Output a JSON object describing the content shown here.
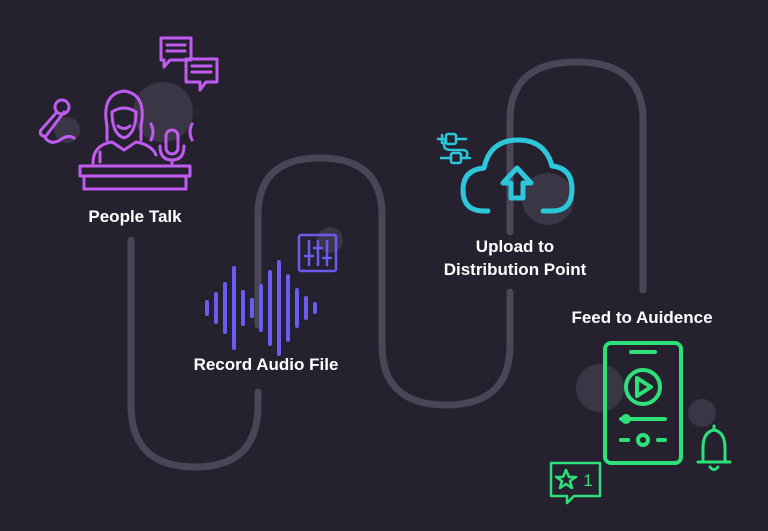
{
  "steps": {
    "people_talk": {
      "label": "People Talk",
      "icon": "podcaster-icon"
    },
    "record_audio": {
      "label": "Record Audio File",
      "icon": "soundwave-icon"
    },
    "upload": {
      "label_line1": "Upload to",
      "label_line2": "Distribution Point",
      "icon": "cloud-upload-icon"
    },
    "feed": {
      "label": "Feed to Auidence",
      "icon": "phone-player-icon"
    }
  },
  "notification_badge": {
    "count": "1"
  },
  "colors": {
    "background": "#25212e",
    "path": "#4a4657",
    "people_talk": "#c05cf0",
    "record": "#6a5cf0",
    "upload": "#2dc7dc",
    "feed": "#2de07a",
    "blob": "#3a3645"
  }
}
